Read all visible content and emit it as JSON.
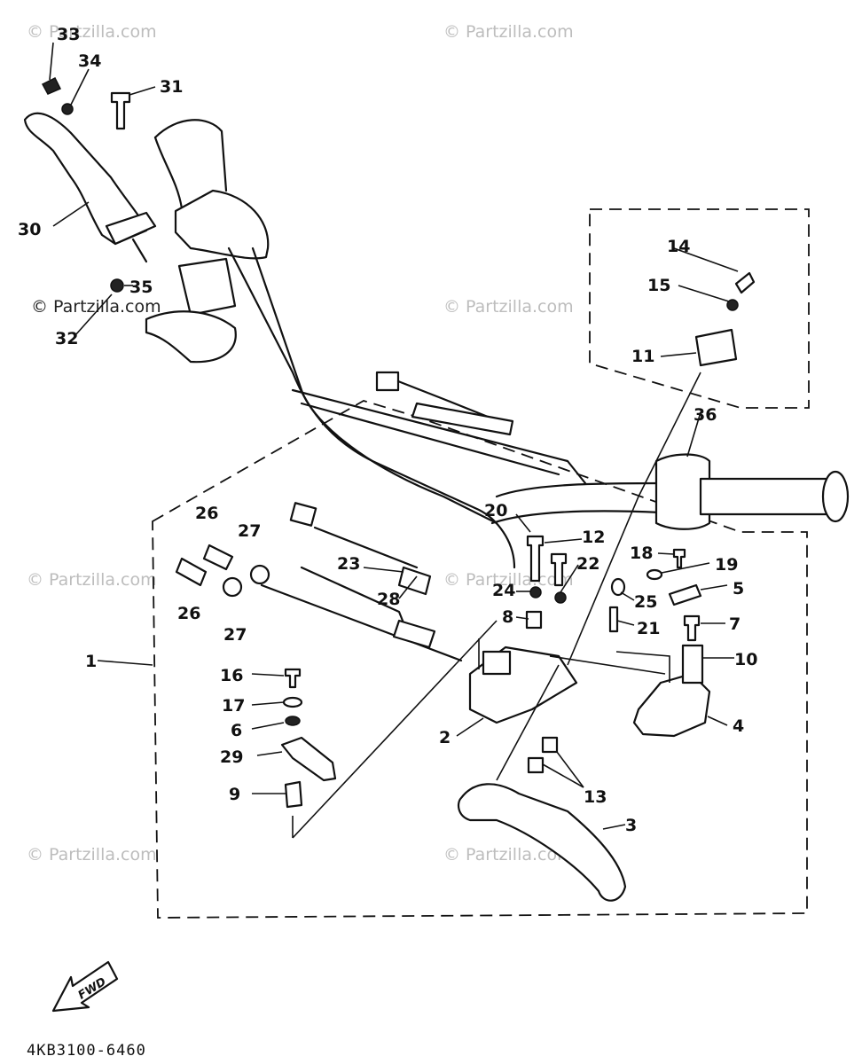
{
  "watermark_text": "© Partzilla.com",
  "diagram_code": "4KB3100-6460",
  "fwd_label": "FWD",
  "callouts": {
    "n1": "1",
    "n2": "2",
    "n3": "3",
    "n4": "4",
    "n5": "5",
    "n6": "6",
    "n7": "7",
    "n8": "8",
    "n9": "9",
    "n10": "10",
    "n11": "11",
    "n12": "12",
    "n13": "13",
    "n14": "14",
    "n15": "15",
    "n16": "16",
    "n17": "17",
    "n18": "18",
    "n19": "19",
    "n20": "20",
    "n21": "21",
    "n22": "22",
    "n23": "23",
    "n24": "24",
    "n25": "25",
    "n26a": "26",
    "n26b": "26",
    "n27a": "27",
    "n27b": "27",
    "n28": "28",
    "n29": "29",
    "n30": "30",
    "n31": "31",
    "n32": "32",
    "n33": "33",
    "n34": "34",
    "n35": "35",
    "n36": "36"
  },
  "colors": {
    "line": "#111111",
    "watermark": "#bdbdbd",
    "background": "#ffffff"
  }
}
